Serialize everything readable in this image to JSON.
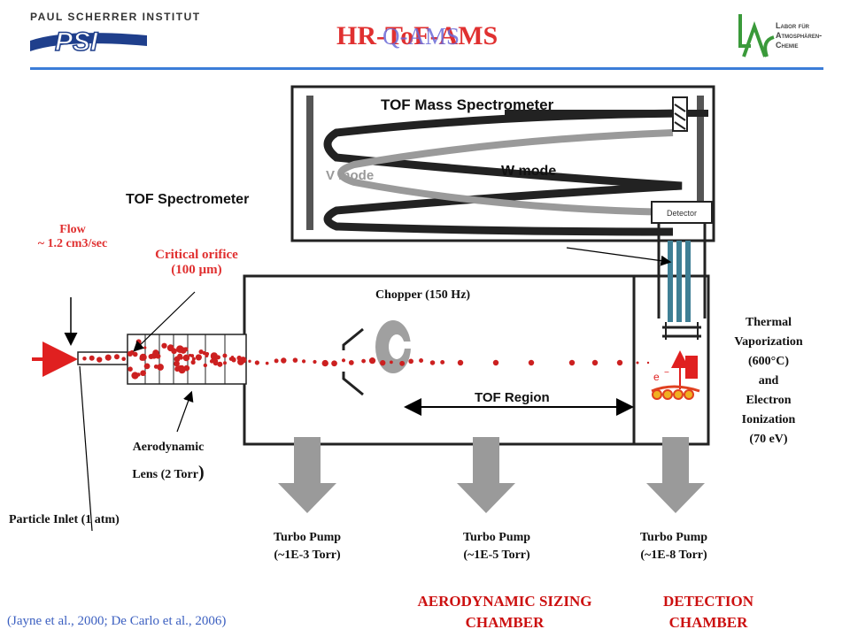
{
  "header": {
    "institute_name": "PAUL SCHERRER INSTITUT",
    "institute_logo": "PSI",
    "title_main": "HR-ToF-AMS",
    "title_overlay": "Q-AMS",
    "lab_logo_line1": "Labor für",
    "lab_logo_line2": "Atmosphären-",
    "lab_logo_line3": "Chemie",
    "rule_color": "#3b7dd8",
    "title_color": "#e03030",
    "overlay_color": "#6a6ad8"
  },
  "spectrometer": {
    "title": "TOF Mass Spectrometer",
    "v_mode": "V mode",
    "w_mode": "W mode",
    "label": "TOF Spectrometer",
    "detector": "Detector"
  },
  "labels": {
    "flow_line1": "Flow",
    "flow_line2": "~ 1.2 cm3/sec",
    "orifice_line1": "Critical orifice",
    "orifice_line2": "(100 µm)",
    "chopper": "Chopper (150 Hz)",
    "tof_region": "TOF Region",
    "electron": "e",
    "thermal": [
      "Thermal",
      "Vaporization",
      "(600°C)",
      "and",
      "Electron",
      "Ionization",
      "(70 eV)"
    ],
    "lens_line1": "Aerodynamic",
    "lens_line2": "Lens (2 Torr",
    "lens_paren": ")",
    "inlet": "Particle Inlet (1 atm)"
  },
  "pumps": [
    {
      "line1": "Turbo Pump",
      "line2": "(~1E-3 Torr)"
    },
    {
      "line1": "Turbo Pump",
      "line2": "(~1E-5 Torr)"
    },
    {
      "line1": "Turbo Pump",
      "line2": "(~1E-8 Torr)"
    }
  ],
  "chambers": {
    "sizing_line1": "AERODYNAMIC SIZING",
    "sizing_line2": "CHAMBER",
    "detection_line1": "DETECTION",
    "detection_line2": "CHAMBER"
  },
  "citation": "(Jayne et al., 2000; De Carlo et al., 2006)",
  "colors": {
    "particle": "#cc2020",
    "beam_arrow": "#e02020",
    "chamber_red": "#cc1010",
    "pump_gray": "#9a9a9a",
    "detector_plate": "#3f7f95"
  }
}
